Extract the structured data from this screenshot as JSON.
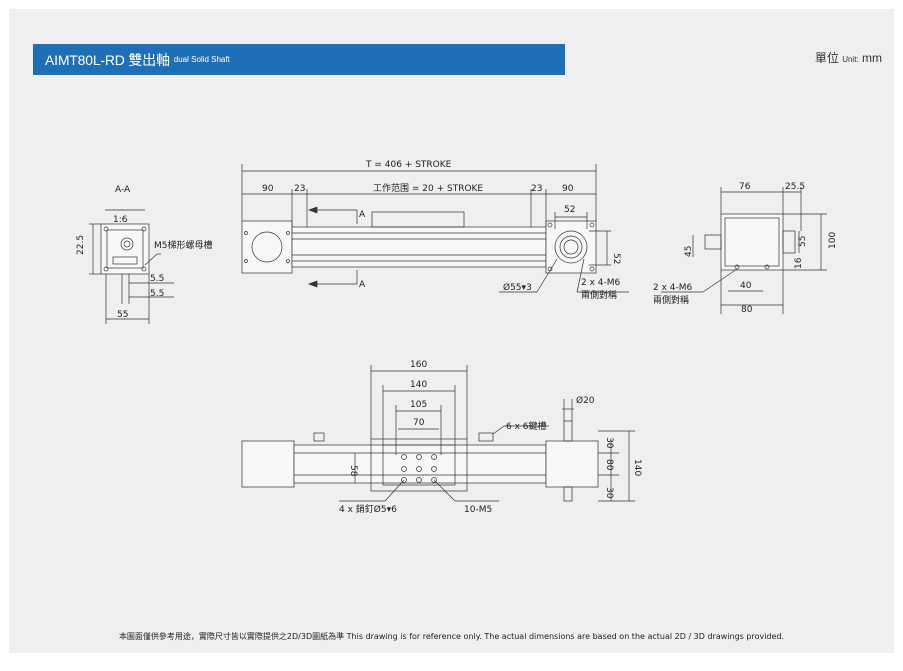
{
  "title": {
    "main": "AIMT80L-RD 雙出軸",
    "sub": "dual Solid Shaft"
  },
  "unit": {
    "label": "單位",
    "sub": "Unit:",
    "value": "mm"
  },
  "section_view": {
    "label": "A-A",
    "scale": "1:6",
    "dims": [
      "22.5",
      "5.5",
      "5.5",
      "55"
    ],
    "callout": "M5梯形螺母槽"
  },
  "front_view": {
    "total": "T = 406 + STROKE",
    "work_range": "工作范围 = 20 + STROKE",
    "dims": [
      "90",
      "23",
      "23",
      "90",
      "52",
      "52"
    ],
    "section_mark": "A",
    "hole": "Ø55",
    "hole_depth": "3",
    "callout_line1": "2 x 4-M6",
    "callout_line2": "兩側對稱"
  },
  "side_view": {
    "dims": [
      "76",
      "25.5",
      "55",
      "100",
      "16",
      "45",
      "40",
      "80"
    ],
    "callout_line1": "2 x 4-M6",
    "callout_line2": "兩側對稱"
  },
  "top_view": {
    "dims": [
      "160",
      "140",
      "105",
      "70",
      "58",
      "Ø20",
      "30",
      "80",
      "140",
      "30"
    ],
    "key": "6 x 6鍵槽",
    "pin": "4 x 銷釘Ø5",
    "pin_depth": "6",
    "screw": "10-M5"
  },
  "footer": "本圖面僅供參考用途，實際尺寸皆以實際提供之2D/3D圖紙為準 This drawing is for reference only. The actual dimensions are based on the actual 2D / 3D drawings provided."
}
